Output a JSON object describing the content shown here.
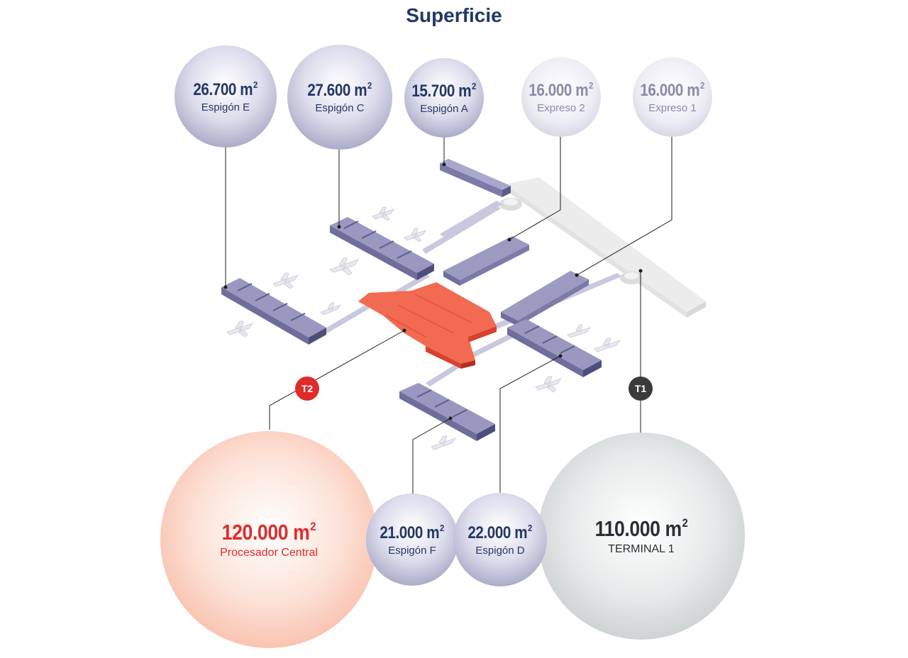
{
  "title": "Superficie",
  "colors": {
    "navy": "#243866",
    "t2_red": "#e02b2b",
    "t1_dark": "#3a3a3a",
    "pier": "#7c7aa8",
    "express": "#9c9ac0",
    "terminal1": "#e6e6e6"
  },
  "areas": [
    {
      "id": "espigon-e",
      "value": "26.700",
      "unit": "m",
      "exp": "2",
      "label": "Espigón E"
    },
    {
      "id": "espigon-c",
      "value": "27.600",
      "unit": "m",
      "exp": "2",
      "label": "Espigón C"
    },
    {
      "id": "espigon-a",
      "value": "15.700",
      "unit": "m",
      "exp": "2",
      "label": "Espigón A"
    },
    {
      "id": "expreso-2",
      "value": "16.000",
      "unit": "m",
      "exp": "2",
      "label": "Expreso 2"
    },
    {
      "id": "expreso-1",
      "value": "16.000",
      "unit": "m",
      "exp": "2",
      "label": "Expreso 1"
    },
    {
      "id": "procesador-central",
      "value": "120.000",
      "unit": "m",
      "exp": "2",
      "label": "Procesador Central"
    },
    {
      "id": "espigon-f",
      "value": "21.000",
      "unit": "m",
      "exp": "2",
      "label": "Espigón F"
    },
    {
      "id": "espigon-d",
      "value": "22.000",
      "unit": "m",
      "exp": "2",
      "label": "Espigón D"
    },
    {
      "id": "terminal-1",
      "value": "110.000",
      "unit": "m",
      "exp": "2",
      "label": "TERMINAL 1"
    }
  ],
  "tags": {
    "t2": "T2",
    "t1": "T1"
  }
}
